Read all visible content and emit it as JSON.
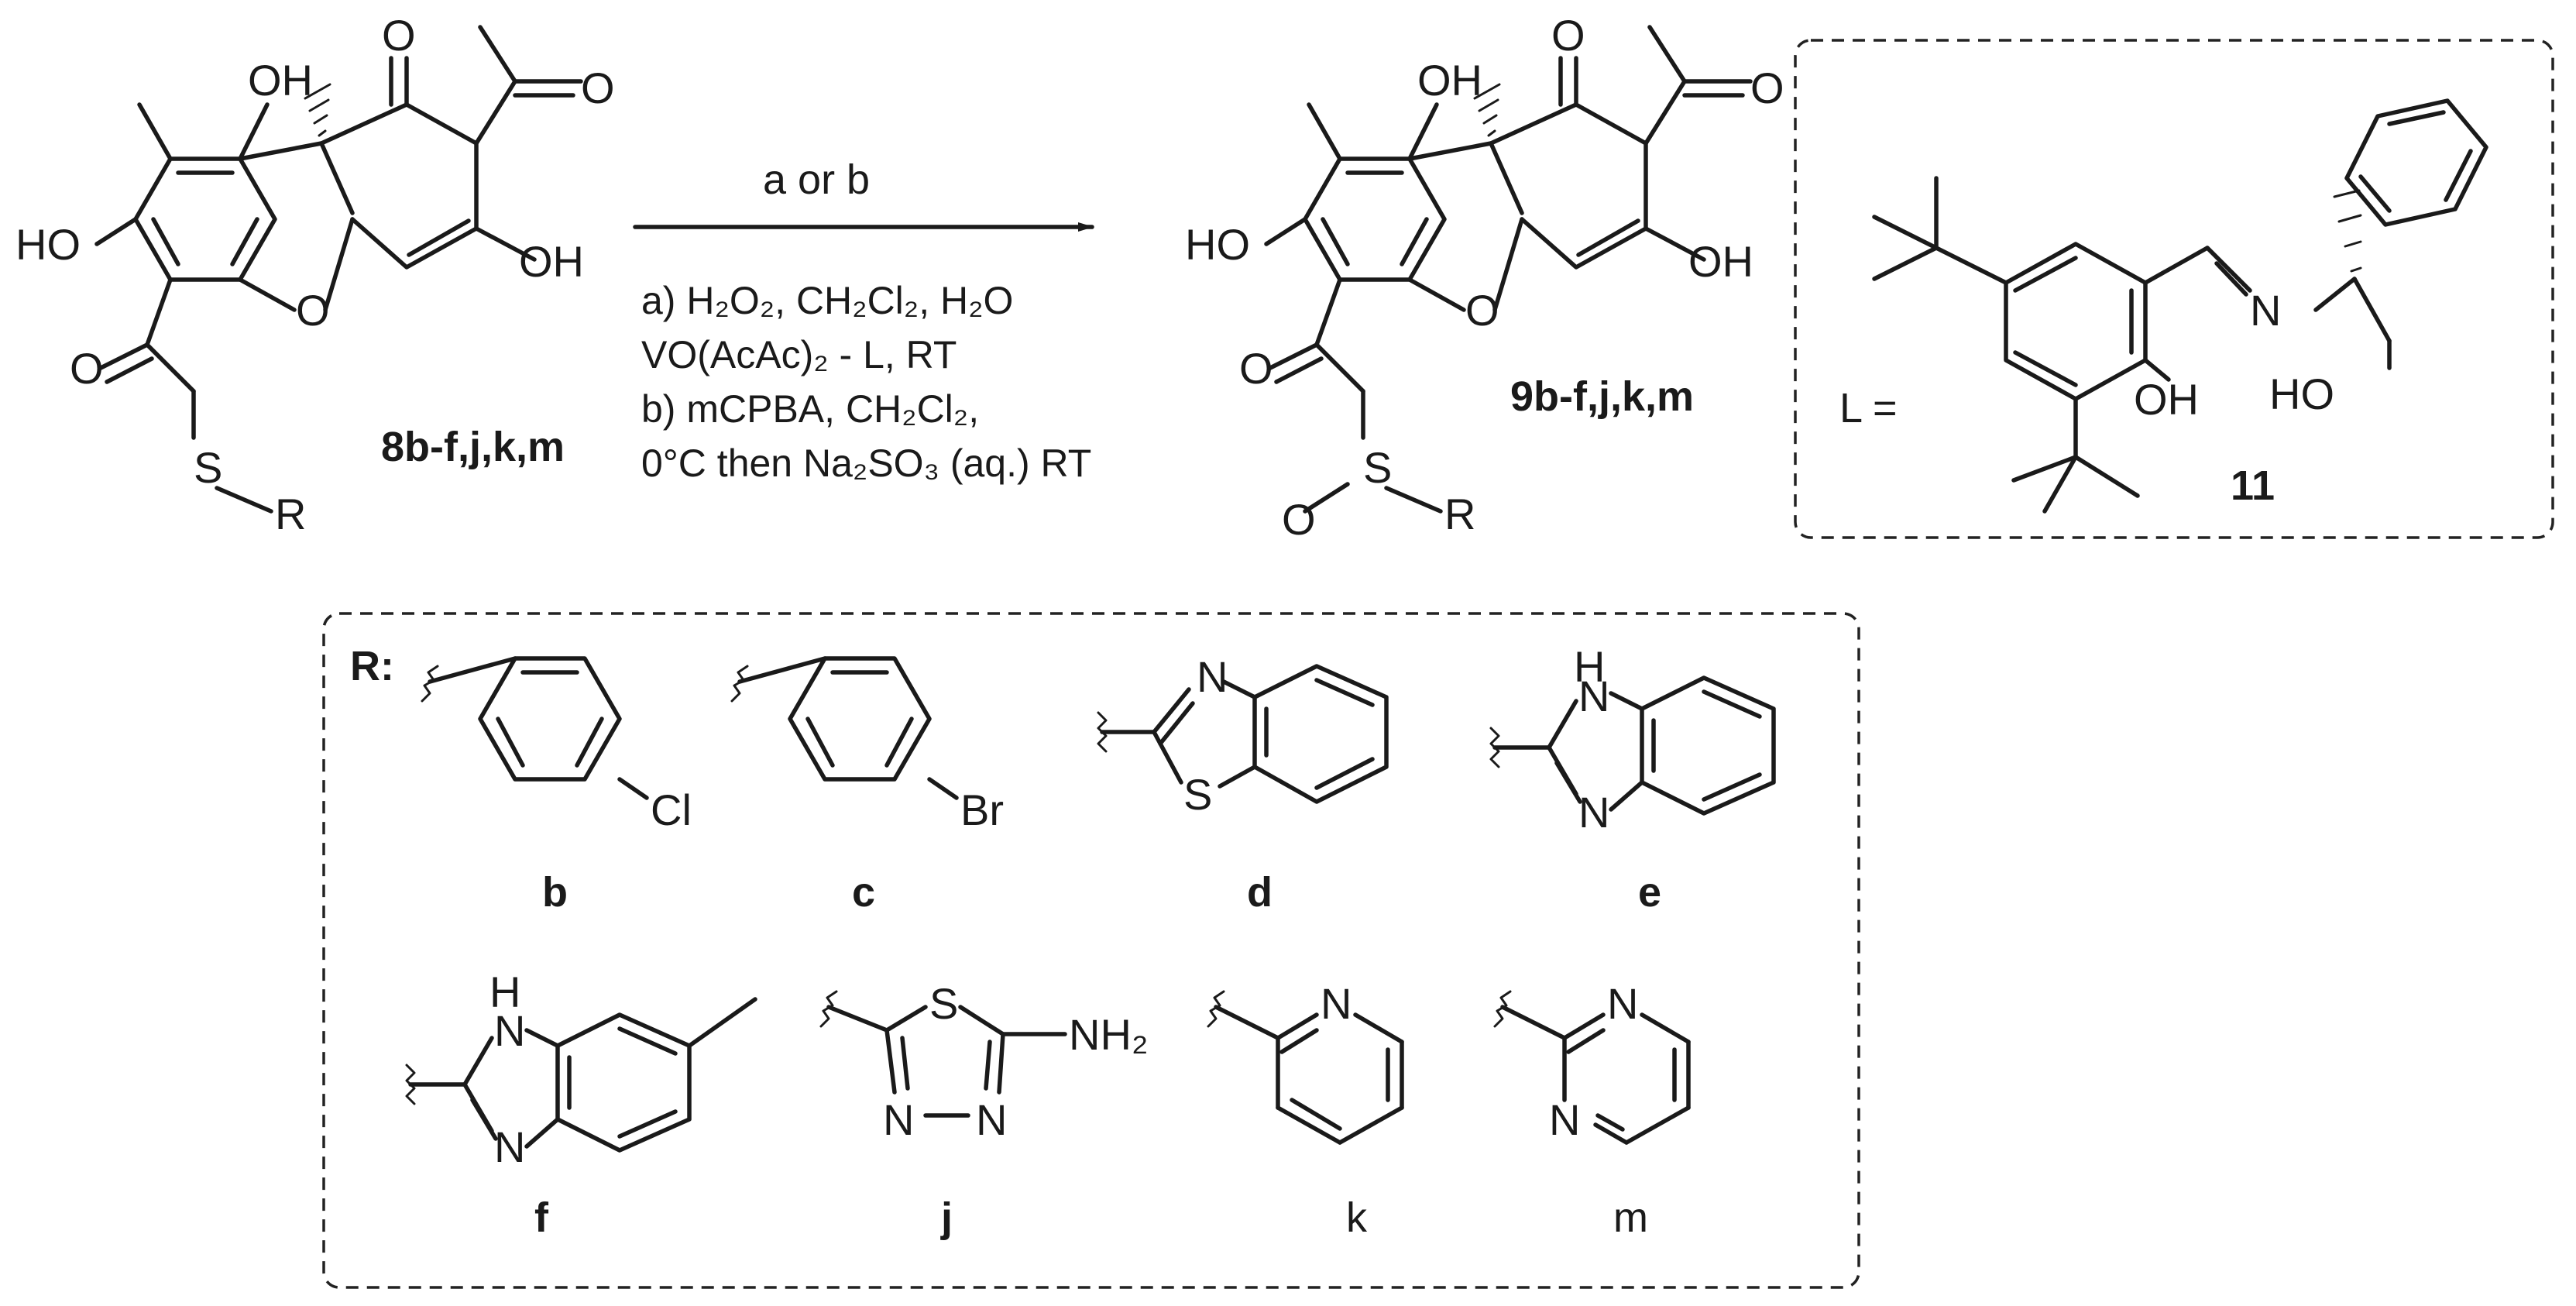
{
  "reaction": {
    "arrow_label": "a or b",
    "conditions": {
      "a_line1": "a) H₂O₂, CH₂Cl₂, H₂O",
      "a_line2": "VO(AcAc)₂ - L, RT",
      "b_line1": "b) mCPBA, CH₂Cl₂,",
      "b_line2": "0°C then Na₂SO₃ (aq.) RT"
    }
  },
  "starting_material": {
    "label": "8b-f,j,k,m",
    "atoms": {
      "OH": "OH",
      "O": "O",
      "HO": "HO",
      "S": "S",
      "R": "R"
    }
  },
  "product": {
    "label": "9b-f,j,k,m",
    "atoms": {
      "OH": "OH",
      "O": "O",
      "HO": "HO",
      "S": "S",
      "R": "R"
    }
  },
  "ligand": {
    "prefix": "L =",
    "label": "11",
    "atoms": {
      "N": "N",
      "OH": "OH",
      "HO": "HO"
    }
  },
  "substituents": {
    "heading": "R:",
    "atoms": {
      "Cl": "Cl",
      "Br": "Br",
      "N": "N",
      "S": "S",
      "H": "H",
      "NH2": "NH₂"
    },
    "items": [
      {
        "id": "b",
        "label": "b"
      },
      {
        "id": "c",
        "label": "c"
      },
      {
        "id": "d",
        "label": "d"
      },
      {
        "id": "e",
        "label": "e"
      },
      {
        "id": "f",
        "label": "f"
      },
      {
        "id": "j",
        "label": "j"
      },
      {
        "id": "k",
        "label": "k"
      },
      {
        "id": "m",
        "label": "m"
      }
    ]
  }
}
